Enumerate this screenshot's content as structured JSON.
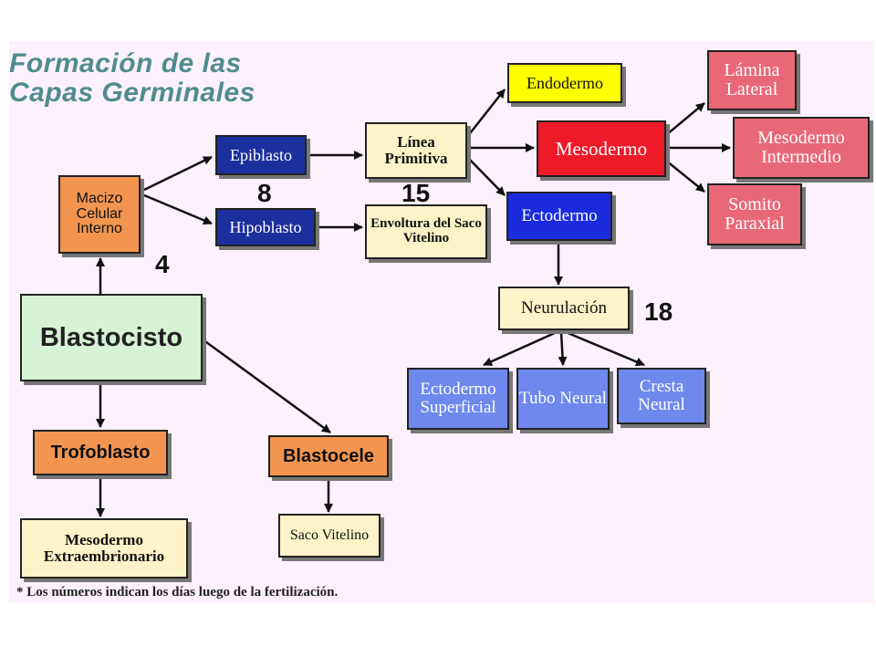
{
  "title": {
    "line1": "Formación de las",
    "line2": "Capas Germinales"
  },
  "nodes": {
    "macizo": "Macizo Celular Interno",
    "epiblasto": "Epiblasto",
    "hipoblasto": "Hipoblasto",
    "linea_primitiva": "Línea Primitiva",
    "envoltura": "Envoltura del Saco Vitelino",
    "endodermo": "Endodermo",
    "mesodermo": "Mesodermo",
    "ectodermo": "Ectodermo",
    "lamina_lateral": "Lámina Lateral",
    "mesodermo_intermedio": "Mesodermo Intermedio",
    "somito_paraxial": "Somito Paraxial",
    "neurulacion": "Neurulación",
    "ectodermo_superficial": "Ectodermo Superficial",
    "tubo_neural": "Tubo Neural",
    "cresta_neural": "Cresta Neural",
    "blastocisto": "Blastocisto",
    "trofoblasto": "Trofoblasto",
    "blastocele": "Blastocele",
    "mesodermo_extraembrionario": "Mesodermo Extraembrionario",
    "saco_vitelino": "Saco Vitelino"
  },
  "day_numbers": {
    "day4": "4",
    "day8": "8",
    "day15": "15",
    "day18": "18"
  },
  "footnote": "* Los números indican los días luego de la fertilización.",
  "colors": {
    "background": "#fcf1fc",
    "title": "#4f8c90",
    "orange": "#f29550",
    "cream": "#fdf2c8",
    "navy": "#1c2f9e",
    "blue": "#1a2bde",
    "light_blue": "#6f88ee",
    "pink": "#e96878",
    "red": "#ef1a28",
    "yellow": "#ffff00",
    "green": "#d6f3d4"
  }
}
